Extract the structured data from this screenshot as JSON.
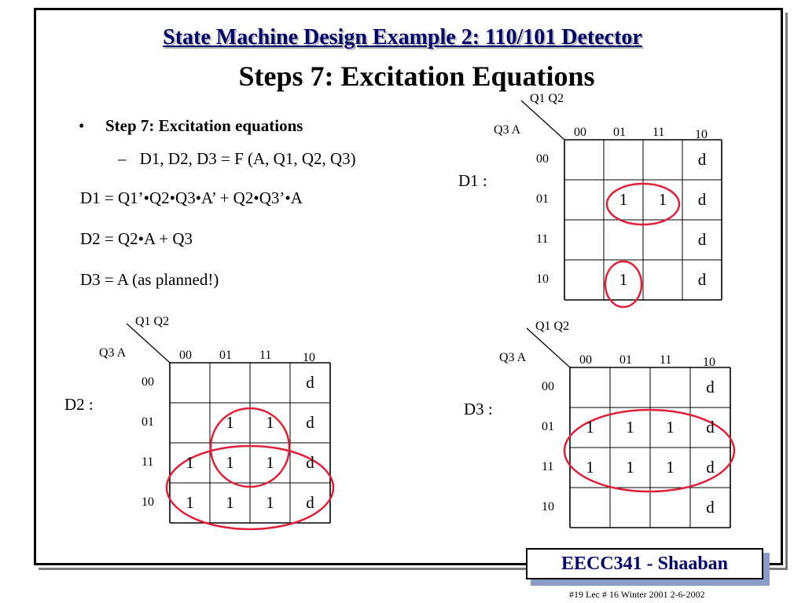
{
  "slide": {
    "title_line1": "State Machine Design Example 2:  110/101 Detector",
    "title_line2": "Steps 7: Excitation Equations",
    "bullet_marker": "•",
    "bullet": "Step 7:  Excitation equations",
    "sub_marker": "–",
    "sub": "D1, D2, D3 = F (A, Q1, Q2, Q3)",
    "eq_d1": "D1 = Q1’•Q2•Q3•A’ + Q2•Q3’•A",
    "eq_d2": "D2 = Q2•A + Q3",
    "eq_d3": "D3 = A   (as planned!)",
    "logo": "EECC341 - Shaaban",
    "footer": "#19   Lec # 16   Winter 2001  2-6-2002"
  },
  "kmaps": [
    {
      "name": "D1 :",
      "col_var": "Q1 Q2",
      "row_var": "Q3 A",
      "col_labels": [
        "00",
        "01",
        "11",
        "10"
      ],
      "row_labels": [
        "00",
        "01",
        "11",
        "10"
      ],
      "cells": [
        [
          "",
          "",
          "",
          "d"
        ],
        [
          "",
          "1",
          "1",
          "d"
        ],
        [
          "",
          "",
          "",
          "d"
        ],
        [
          "",
          "1",
          "",
          "d"
        ]
      ]
    },
    {
      "name": "D2 :",
      "col_var": "Q1 Q2",
      "row_var": "Q3 A",
      "col_labels": [
        "00",
        "01",
        "11",
        "10"
      ],
      "row_labels": [
        "00",
        "01",
        "11",
        "10"
      ],
      "cells": [
        [
          "",
          "",
          "",
          "d"
        ],
        [
          "",
          "1",
          "1",
          "d"
        ],
        [
          "1",
          "1",
          "1",
          "d"
        ],
        [
          "1",
          "1",
          "1",
          "d"
        ]
      ]
    },
    {
      "name": "D3 :",
      "col_var": "Q1 Q2",
      "row_var": "Q3 A",
      "col_labels": [
        "00",
        "01",
        "11",
        "10"
      ],
      "row_labels": [
        "00",
        "01",
        "11",
        "10"
      ],
      "cells": [
        [
          "",
          "",
          "",
          "d"
        ],
        [
          "1",
          "1",
          "1",
          "d"
        ],
        [
          "1",
          "1",
          "1",
          "d"
        ],
        [
          "",
          "",
          "",
          "d"
        ]
      ]
    }
  ],
  "colors": {
    "title": "#00006a",
    "circle": "#e0203a",
    "logo_shadow": "#8a9bc4"
  }
}
